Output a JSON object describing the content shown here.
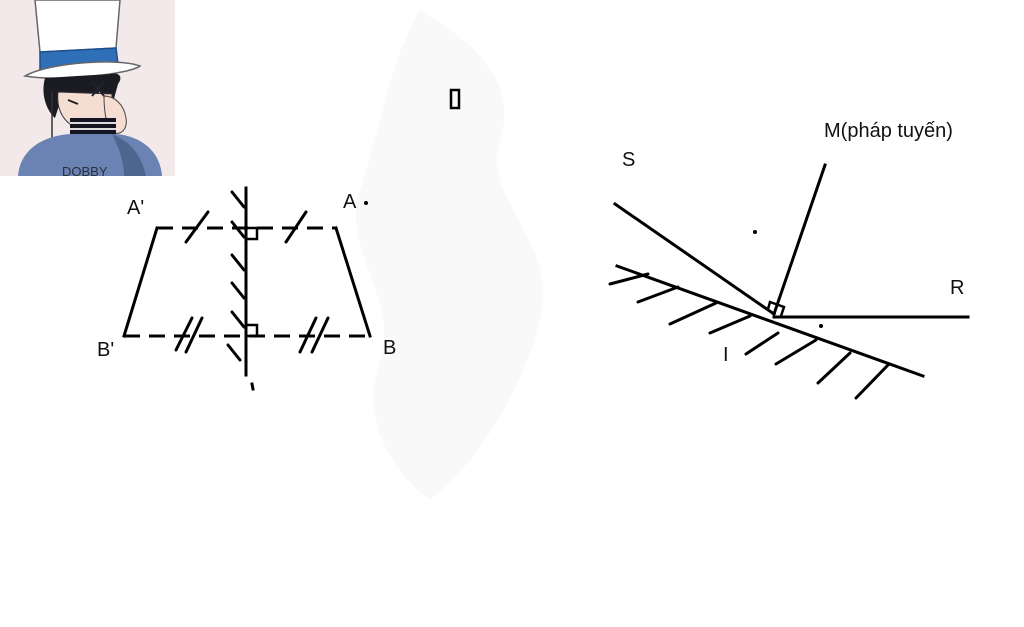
{
  "avatar": {
    "icon": "anime-character-avatar-icon",
    "shirt_text": "DOBBY"
  },
  "diagram_left": {
    "labels": {
      "a_prime": "A'",
      "a": "A",
      "b_prime": "B'",
      "b": "B"
    }
  },
  "diagram_right": {
    "labels": {
      "s": "S",
      "m": "M(pháp tuyến)",
      "r": "R",
      "i": "I"
    }
  },
  "colors": {
    "ink": "#000000",
    "background": "#ffffff",
    "avatar_bg": "#f4e9ea",
    "hat_band": "#2f6fb8",
    "shirt": "#6a83b3"
  }
}
